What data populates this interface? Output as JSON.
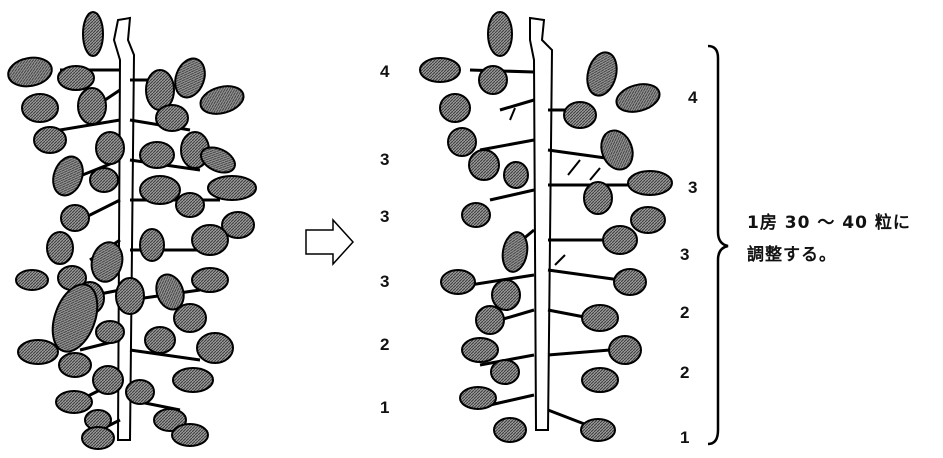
{
  "left_labels": [
    "4",
    "3",
    "3",
    "3",
    "2",
    "1"
  ],
  "right_labels": [
    "4",
    "3",
    "3",
    "2",
    "2",
    "1"
  ],
  "note": {
    "line1": "1房 30 ～ 40 粒に",
    "line2": "調整する。"
  },
  "icons": {
    "arrow": "right-arrow-icon",
    "brace": "right-brace-icon"
  },
  "colors": {
    "leaf_fill": "#7a7a7a",
    "outline": "#000000",
    "background": "#ffffff"
  }
}
